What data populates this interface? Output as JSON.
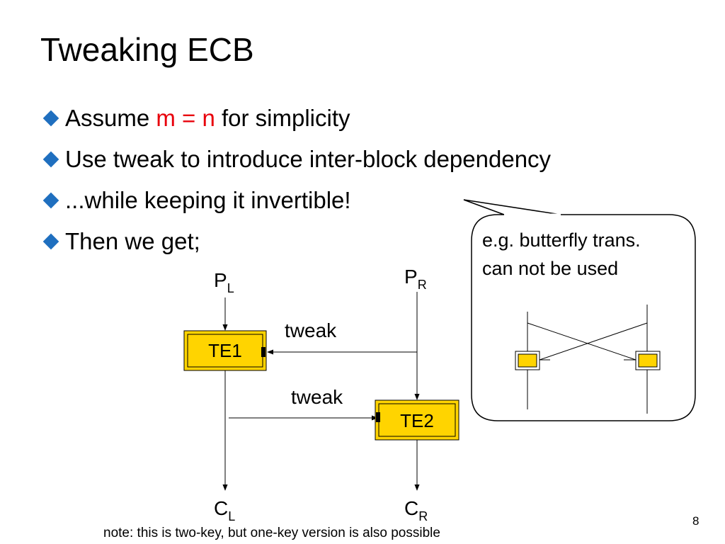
{
  "slide": {
    "title": "Tweaking ECB",
    "bullets": [
      {
        "parts": [
          "Assume ",
          "m = n",
          " for simplicity"
        ]
      },
      {
        "text": "Use tweak to introduce inter-block dependency"
      },
      {
        "text": "...while keeping it invertible!"
      },
      {
        "text": "Then we get;"
      }
    ],
    "diagram": {
      "inputs": {
        "left": "P",
        "left_sub": "L",
        "right": "P",
        "right_sub": "R"
      },
      "outputs": {
        "left": "C",
        "left_sub": "L",
        "right": "C",
        "right_sub": "R"
      },
      "blocks": {
        "te1": "TE1",
        "te2": "TE2"
      },
      "tweak_label_1": "tweak",
      "tweak_label_2": "tweak"
    },
    "callout": {
      "line1": "e.g. butterfly trans.",
      "line2": "can not be used"
    },
    "note": "note: this is two-key, but one-key version is also possible",
    "page_number": "8"
  },
  "colors": {
    "bullet_marker": "#1f6fbf",
    "highlight": "#e8000b",
    "block_fill": "#ffd400"
  }
}
